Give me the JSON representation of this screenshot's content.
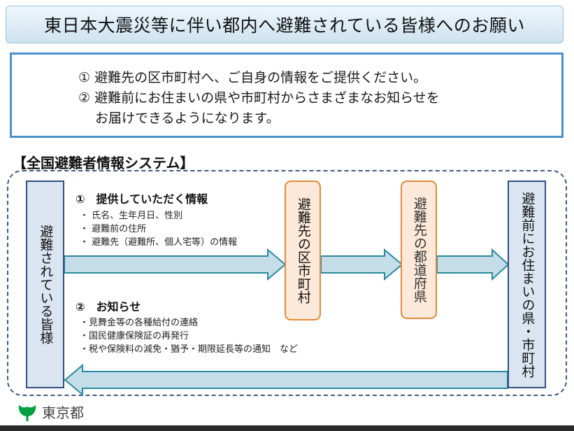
{
  "title": "東日本大震災等に伴い都内へ避難されている皆様へのお願い",
  "request": {
    "line1": "① 避難先の区市町村へ、ご自身の情報をご提供ください。",
    "line2": "② 避難前にお住まいの県や市町村からさまざまなお知らせを",
    "line3": "お届けできるようになります。"
  },
  "system_heading": "【全国避難者情報システム】",
  "nodes": {
    "evacuees": "避難されている皆様",
    "municipality": "避難先の区市町村",
    "prefecture": "避難先の都道府県",
    "home": "避難前にお住まいの県・市町村"
  },
  "provided_info": {
    "heading": "①　提供していただく情報",
    "items": [
      "・ 氏名、生年月日、性別",
      "・ 避難前の住所",
      "・ 避難先（避難所、個人宅等）の情報"
    ]
  },
  "notices": {
    "heading": "②　お知らせ",
    "items": [
      "・見舞金等の各種給付の連絡",
      "・国民健康保険証の再発行",
      "・税や保険料の減免・猶予・期限延長等の通知　など"
    ]
  },
  "footer": {
    "logo_text": "東京都",
    "logo_icon": "tokyo-ginkgo-icon",
    "logo_color": "#00a040"
  },
  "colors": {
    "arrow_fill": "#c5dde8",
    "arrow_stroke": "#2b8a9e",
    "frame": "#3d5a80",
    "request_border": "#4a90cf"
  }
}
